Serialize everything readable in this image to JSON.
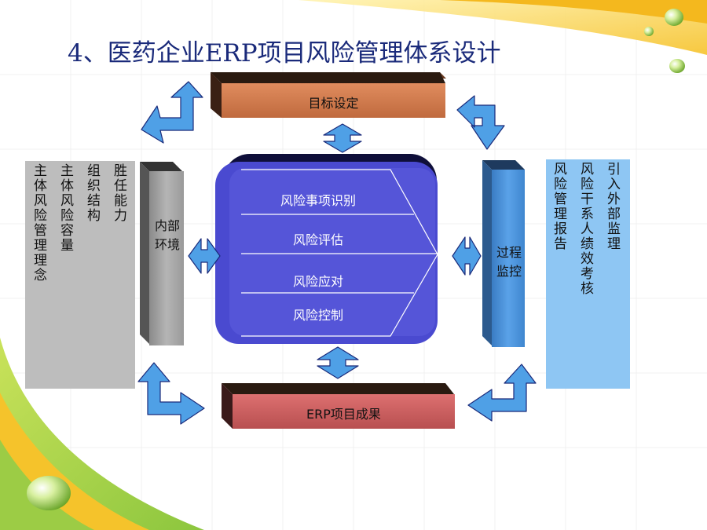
{
  "title": "4、医药企业ERP项目风险管理体系设计",
  "top_box": {
    "label": "目标设定"
  },
  "bottom_box": {
    "label": "ERP项目成果"
  },
  "center_box": {
    "items": [
      "风险事项识别",
      "风险评估",
      "风险应对",
      "风险控制"
    ]
  },
  "left_pillar": {
    "line1": "内部",
    "line2": "环境"
  },
  "right_pillar": {
    "line1": "过程",
    "line2": "监控"
  },
  "left_panel": {
    "columns": [
      "胜任能力",
      "组织结构",
      "主体风险容量",
      "主体风险管理理念"
    ]
  },
  "right_panel": {
    "columns": [
      "引入外部监理",
      "风险干系人绩效考核",
      "风险管理报告"
    ]
  },
  "colors": {
    "title": "#1a2a7a",
    "top_box": "#cc7a4e",
    "bottom_box": "#c9605f",
    "center_box": "#4848c8",
    "left_pillar": "#a9a9a9",
    "right_pillar": "#4a8fd6",
    "left_panel": "#bdbdbd",
    "right_panel": "#8ec6f3",
    "arrow": "#4fa0e6"
  }
}
